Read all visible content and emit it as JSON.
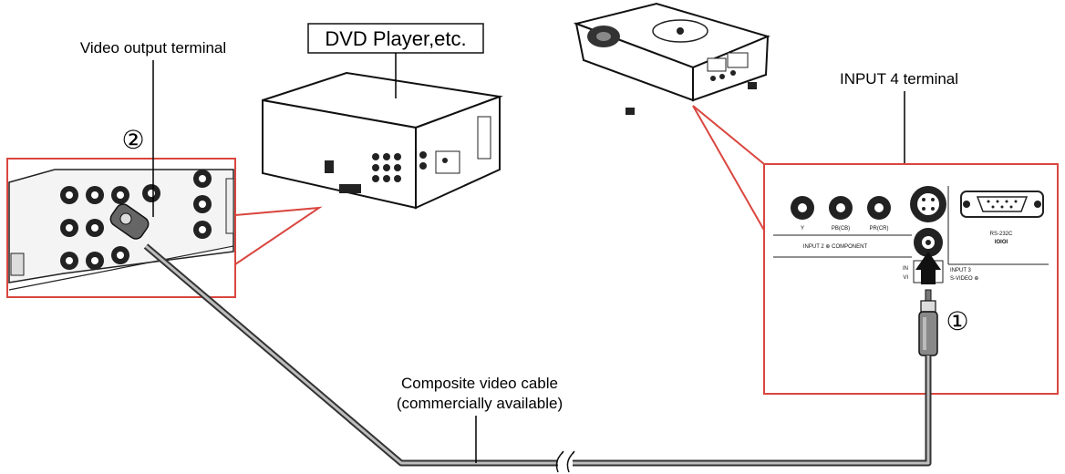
{
  "labels": {
    "video_output_terminal": "Video output terminal",
    "dvd_player": "DVD Player,etc.",
    "input4_terminal": "INPUT 4 terminal",
    "cable_line1": "Composite video cable",
    "cable_line2": "(commercially available)",
    "step1": "①",
    "step2": "②"
  },
  "panel_labels": {
    "y": "Y",
    "pb": "PB(CB)",
    "pr": "PR(CR)",
    "input2_component": "INPUT 2 ⊕ COMPONENT",
    "rs232c": "RS-232C",
    "rs232c_symbol": "IOIOI",
    "input3": "INPUT 3",
    "svideo": "S-VIDEO ⊕",
    "input4_partial": "IN",
    "video_partial": "VI"
  },
  "colors": {
    "callout_red": "#d9463f",
    "cable": "#555555",
    "line": "#000000"
  }
}
